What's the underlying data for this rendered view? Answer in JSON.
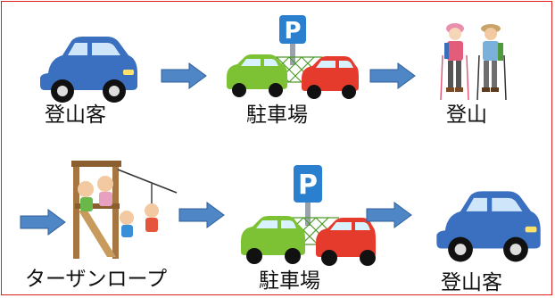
{
  "flow_rows": [
    {
      "steps": [
        {
          "label": "登山客",
          "icon": "car-icon"
        },
        {
          "label": "駐車場",
          "icon": "parking-lot-icon"
        },
        {
          "label": "登山",
          "icon": "hikers-icon"
        }
      ]
    },
    {
      "steps": [
        {
          "label": "ターザンロープ",
          "icon": "zipline-playground-icon"
        },
        {
          "label": "駐車場",
          "icon": "parking-lot-icon"
        },
        {
          "label": "登山客",
          "icon": "car-icon"
        }
      ]
    }
  ],
  "colors": {
    "frame": "#e02020",
    "arrow": "#4f86c6",
    "car_blue": "#3b6fc0",
    "car_green": "#7cc234",
    "car_red": "#e53b2c",
    "parking_sign": "#2b7fcf"
  }
}
